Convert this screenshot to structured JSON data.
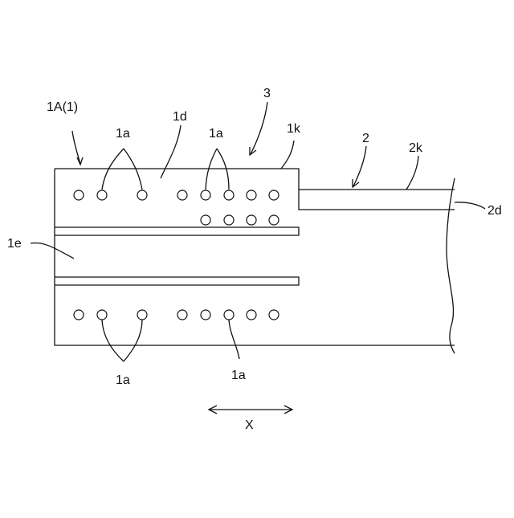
{
  "labels": {
    "part_1A": "1A(1)",
    "holes_top_left": "1a",
    "holes_top_right": "1a",
    "holes_bottom_left": "1a",
    "holes_bottom_right": "1a",
    "region_1d": "1d",
    "ref_3": "3",
    "edge_1k": "1k",
    "part_2": "2",
    "edge_2k": "2k",
    "region_2d": "2d",
    "slot_1e": "1e",
    "direction_x": "X"
  }
}
